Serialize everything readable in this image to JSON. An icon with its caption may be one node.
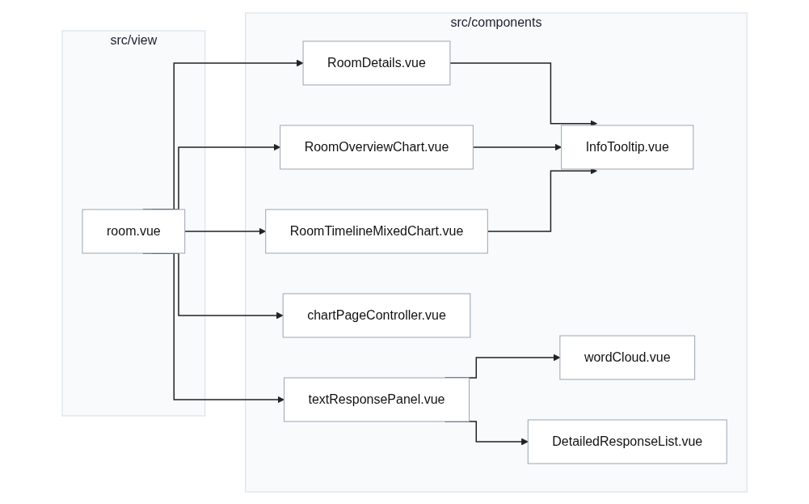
{
  "diagram": {
    "nodes": [
      {
        "text": [
          "src/view"
        ]
      },
      {
        "text": [
          "room.vue"
        ],
        "in": 0
      },
      {
        "text": [
          "src/components"
        ]
      },
      {
        "text": [
          "RoomDetails.vue"
        ],
        "in": 2
      },
      {
        "text": [
          "RoomOverviewChart.vue"
        ],
        "in": 2
      },
      {
        "text": [
          "RoomTimelineMixedChart.vue"
        ],
        "in": 2
      },
      {
        "text": [
          "chartPageController.vue"
        ],
        "in": 2
      },
      {
        "text": [
          "textResponsePanel.vue"
        ],
        "in": 2
      },
      {
        "text": [
          "InfoTooltip.vue"
        ],
        "in": 2
      },
      {
        "text": [
          "wordCloud.vue"
        ],
        "in": 2
      },
      {
        "text": [
          "DetailedResponseList.vue"
        ],
        "in": 2
      }
    ],
    "edges": [
      {
        "from": 1,
        "to": 3,
        "arrow": "to"
      },
      {
        "from": 1,
        "to": 4,
        "arrow": "to"
      },
      {
        "from": 1,
        "to": 5,
        "arrow": "to"
      },
      {
        "from": 1,
        "to": 6,
        "arrow": "to"
      },
      {
        "from": 1,
        "to": 7,
        "arrow": "to"
      },
      {
        "from": 3,
        "to": 8,
        "arrow": "to"
      },
      {
        "from": 4,
        "to": 8,
        "arrow": "to"
      },
      {
        "from": 5,
        "to": 8,
        "arrow": "to"
      },
      {
        "from": 7,
        "to": 9,
        "arrow": "to"
      },
      {
        "from": 7,
        "to": 10,
        "arrow": "to"
      }
    ]
  }
}
